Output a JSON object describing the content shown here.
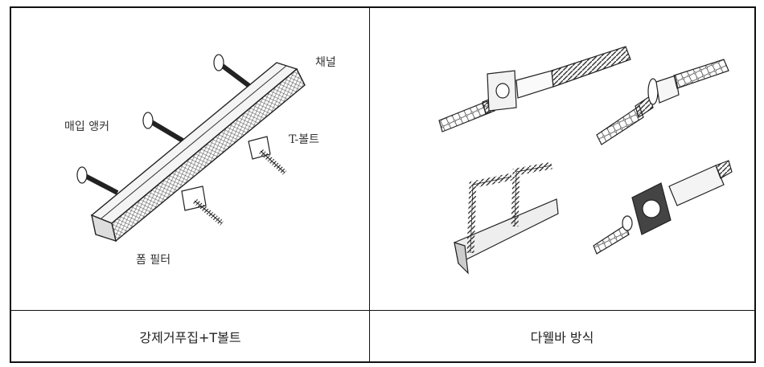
{
  "table": {
    "columns": [
      {
        "caption": "강제거푸집+T볼트",
        "figure_labels": {
          "channel": "채널",
          "embedded_anchor": "매입 앵커",
          "t_bolt": "T-볼트",
          "form_filler": "폼 필터"
        }
      },
      {
        "caption": "다웰바 방식"
      }
    ]
  }
}
